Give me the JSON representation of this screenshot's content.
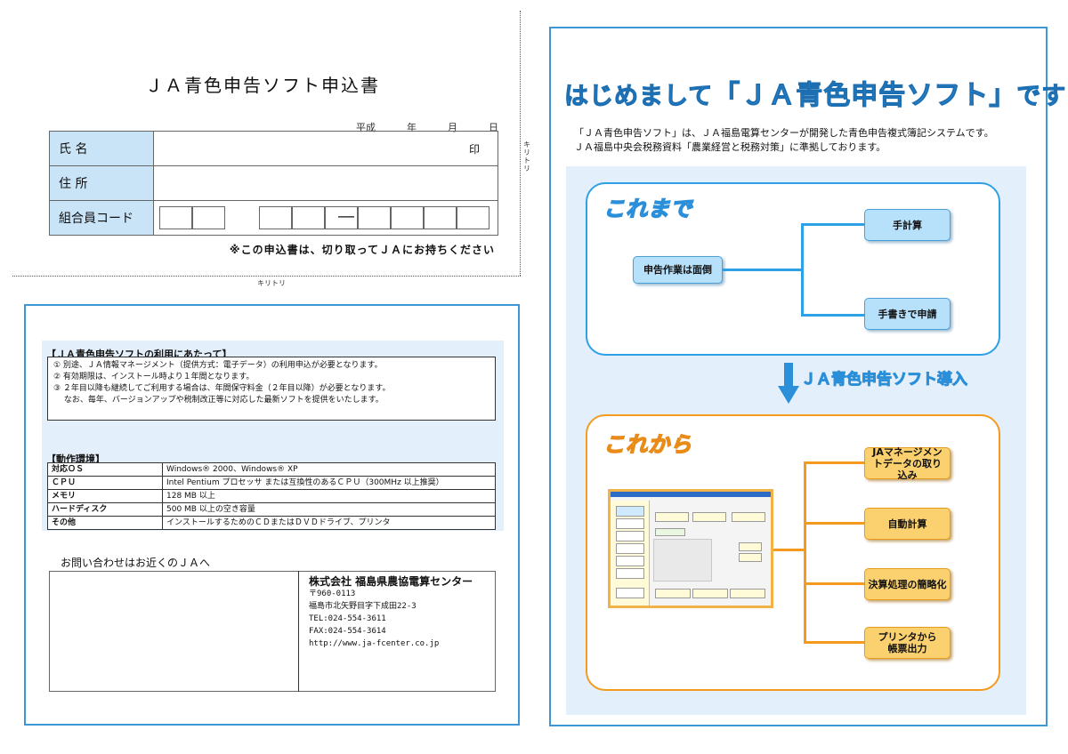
{
  "form": {
    "title": "ＪＡ青色申告ソフト申込書",
    "date_era": "平成",
    "date_year": "年",
    "date_month": "月",
    "date_day": "日",
    "name_label": "氏 名",
    "seal": "印",
    "address_label": "住 所",
    "member_code_label": "組合員コード",
    "code_dash": "―",
    "note": "※この申込書は、切り取ってＪＡにお持ちください",
    "cut_label": "キリトリ"
  },
  "usage": {
    "heading": "【ＪＡ青色申告ソフトの利用にあたって】",
    "items": [
      "① 別途、ＪＡ情報マネージメント（提供方式：電子データ）の利用申込が必要となります。",
      "② 有効期限は、インストール時より１年間となります。",
      "③ ２年目以降も継続してご利用する場合は、年間保守料金（２年目以降）が必要となります。",
      "　 なお、毎年、バージョンアップや税制改正等に対応した最新ソフトを提供をいたします。"
    ]
  },
  "environment": {
    "heading": "【動作環境】",
    "rows": [
      {
        "key": "対応ＯＳ",
        "value": "Windows® 2000、Windows® XP"
      },
      {
        "key": "ＣＰＵ",
        "value": "Intel Pentium プロセッサ または互換性のあるＣＰＵ（300MHz 以上推奨）"
      },
      {
        "key": "メモリ",
        "value": "128 MB 以上"
      },
      {
        "key": "ハードディスク",
        "value": "500 MB 以上の空き容量"
      },
      {
        "key": "その他",
        "value": "インストールするためのＣＤまたはＤＶＤドライブ、プリンタ"
      }
    ]
  },
  "contact": {
    "title": "お問い合わせはお近くのＪＡへ",
    "company": "株式会社 福島県農協電算センター",
    "lines": [
      "〒960-0113",
      "福島市北矢野目字下成田22-3",
      "TEL:024-554-3611",
      "FAX:024-554-3614",
      "http://www.ja-fcenter.co.jp"
    ]
  },
  "brochure": {
    "title_pre": "はじめまして",
    "title_main": "「ＪＡ青色申告ソフト」",
    "title_post": "です",
    "intro_line1": "「ＪＡ青色申告ソフト」は、ＪＡ福島電算センターが開発した青色申告複式簿記システムです。",
    "intro_line2": "ＪＡ福島中央会税務資料「農業経営と税務対策」に準拠しております。",
    "before_label": "これまで",
    "before_source": "申告作業は面倒",
    "before_items": [
      "手計算",
      "手書きで申請"
    ],
    "transition": "ＪＡ青色申告ソフト導入",
    "after_label": "これから",
    "after_items": [
      "JAマネージメントデータの取り込み",
      "自動計算",
      "決算処理の簡略化",
      "プリンタから帳票出力"
    ],
    "colors": {
      "blue": "#2ea0e6",
      "orange": "#f39a1f",
      "panel": "#e3effa"
    }
  }
}
